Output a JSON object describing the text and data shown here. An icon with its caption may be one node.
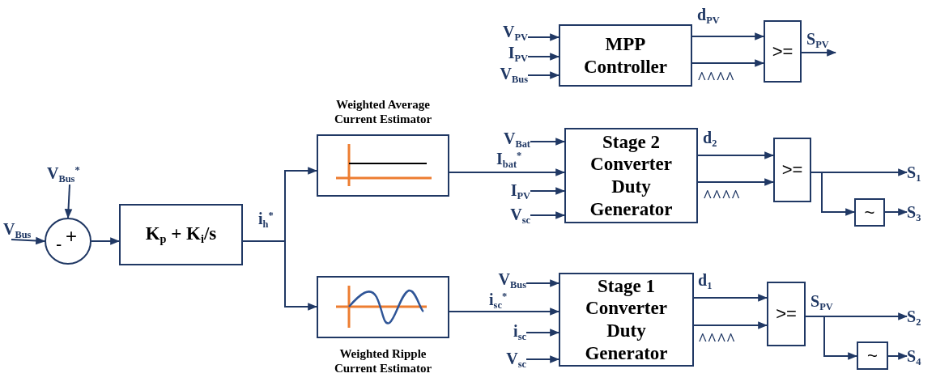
{
  "diagram": {
    "nodes": [
      {
        "text": [
          "V$_{Bus}$"
        ]
      },
      {
        "text": [
          "V$_{Bus}$$^{*}$"
        ]
      },
      {
        "text": [
          "-",
          "+"
        ]
      },
      {
        "text": [
          "K$_{p}$ + K$_{i}$/s"
        ]
      },
      {
        "text": [
          "Weighted Average Current Estimator"
        ]
      },
      {
        "text": [
          "Weighted Ripple Current Estimator"
        ]
      },
      {
        "text": [
          "V$_{PV}$"
        ]
      },
      {
        "text": [
          "I$_{PV}$"
        ]
      },
      {
        "text": [
          "V$_{Bus}$"
        ]
      },
      {
        "text": [
          "MPP Controller"
        ]
      },
      {
        "text": [
          ">="
        ]
      },
      {
        "text": [
          "V$_{Bat}$"
        ]
      },
      {
        "text": [
          "I$_{PV}$"
        ]
      },
      {
        "text": [
          "V$_{sc}$"
        ]
      },
      {
        "text": [
          "Stage 2 Converter Duty Generator"
        ]
      },
      {
        "text": [
          ">="
        ]
      },
      {
        "text": [
          "S$_{1}$"
        ]
      },
      {
        "text": [
          "~"
        ]
      },
      {
        "text": [
          "S$_{3}$"
        ]
      },
      {
        "text": [
          "V$_{Bus}$"
        ]
      },
      {
        "text": [
          "i$_{sc}$"
        ]
      },
      {
        "text": [
          "V$_{sc}$"
        ]
      },
      {
        "text": [
          "Stage 1 Converter Duty Generator"
        ]
      },
      {
        "text": [
          ">="
        ]
      },
      {
        "text": [
          "S$_{2}$"
        ]
      },
      {
        "text": [
          "~"
        ]
      },
      {
        "text": [
          "S$_{4}$"
        ]
      }
    ],
    "edges": [
      {
        "from": 0,
        "to": 2,
        "arrow": "to"
      },
      {
        "from": 1,
        "to": 2,
        "arrow": "to"
      },
      {
        "from": 2,
        "to": 3,
        "arrow": "to"
      },
      {
        "from": 3,
        "to": 4,
        "arrow": "to",
        "label": "i$_{h}$$^{*}$"
      },
      {
        "from": 3,
        "to": 5,
        "arrow": "to"
      },
      {
        "from": 6,
        "to": 9,
        "arrow": "to"
      },
      {
        "from": 7,
        "to": 9,
        "arrow": "to"
      },
      {
        "from": 8,
        "to": 9,
        "arrow": "to"
      },
      {
        "from": 9,
        "to": 10,
        "arrow": "to",
        "label": "d$_{PV}$"
      },
      {
        "from": 9,
        "to": 10,
        "arrow": "to",
        "label": "^^^^"
      },
      {
        "from": 10,
        "to": null,
        "arrow": "to",
        "label": "S$_{PV}$"
      },
      {
        "from": 4,
        "to": 14,
        "arrow": "to",
        "label": "I$_{bat}$$^{*}$"
      },
      {
        "from": 11,
        "to": 14,
        "arrow": "to"
      },
      {
        "from": 12,
        "to": 14,
        "arrow": "to"
      },
      {
        "from": 13,
        "to": 14,
        "arrow": "to"
      },
      {
        "from": 14,
        "to": 15,
        "arrow": "to",
        "label": "d$_{2}$"
      },
      {
        "from": 14,
        "to": 15,
        "arrow": "to",
        "label": "^^^^"
      },
      {
        "from": 15,
        "to": 16,
        "arrow": "to"
      },
      {
        "from": 15,
        "to": 17,
        "arrow": "to"
      },
      {
        "from": 17,
        "to": 18,
        "arrow": "to"
      },
      {
        "from": 5,
        "to": 22,
        "arrow": "to",
        "label": "i$_{sc}$$^{*}$"
      },
      {
        "from": 19,
        "to": 22,
        "arrow": "to"
      },
      {
        "from": 20,
        "to": 22,
        "arrow": "to"
      },
      {
        "from": 21,
        "to": 22,
        "arrow": "to"
      },
      {
        "from": 22,
        "to": 23,
        "arrow": "to",
        "label": "d$_{1}$"
      },
      {
        "from": 22,
        "to": 23,
        "arrow": "to",
        "label": "^^^^"
      },
      {
        "from": 23,
        "to": 24,
        "arrow": "to",
        "label": "S$_{PV}$"
      },
      {
        "from": 23,
        "to": 25,
        "arrow": "to"
      },
      {
        "from": 25,
        "to": 26,
        "arrow": "to"
      }
    ]
  }
}
